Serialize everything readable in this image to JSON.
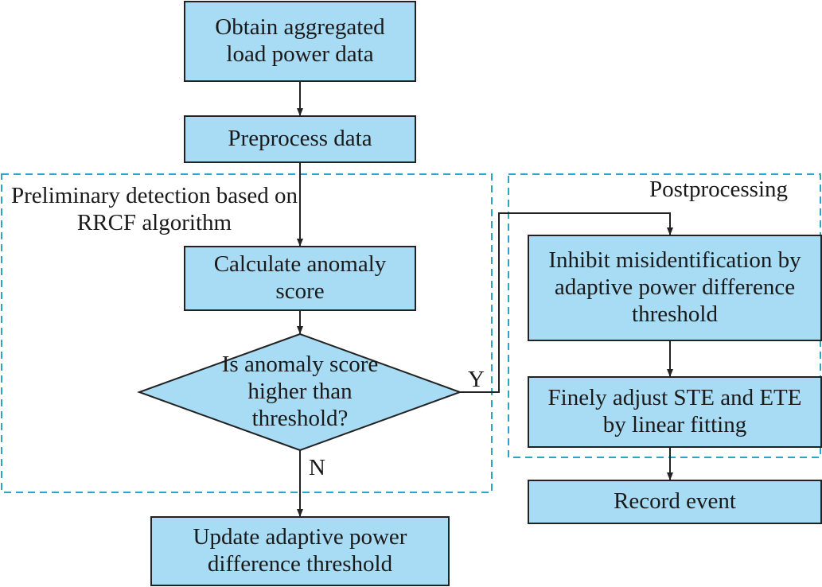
{
  "colors": {
    "box_fill": "#a8dcf5",
    "box_stroke": "#222222",
    "region_border": "#2aa5c8"
  },
  "nodes": {
    "obtain_data": "Obtain aggregated load power data",
    "preprocess": "Preprocess data",
    "calc_score": "Calculate anomaly score",
    "decision": "Is anomaly score higher than threshold?",
    "update_threshold": "Update adaptive power difference threshold",
    "inhibit": "Inhibit misidentification by adaptive power difference threshold",
    "adjust": "Finely adjust STE and ETE by linear fitting",
    "record": "Record event"
  },
  "regions": {
    "preliminary": "Preliminary detection based on RRCF algorithm",
    "postprocessing": "Postprocessing"
  },
  "edge_labels": {
    "yes": "Y",
    "no": "N"
  }
}
